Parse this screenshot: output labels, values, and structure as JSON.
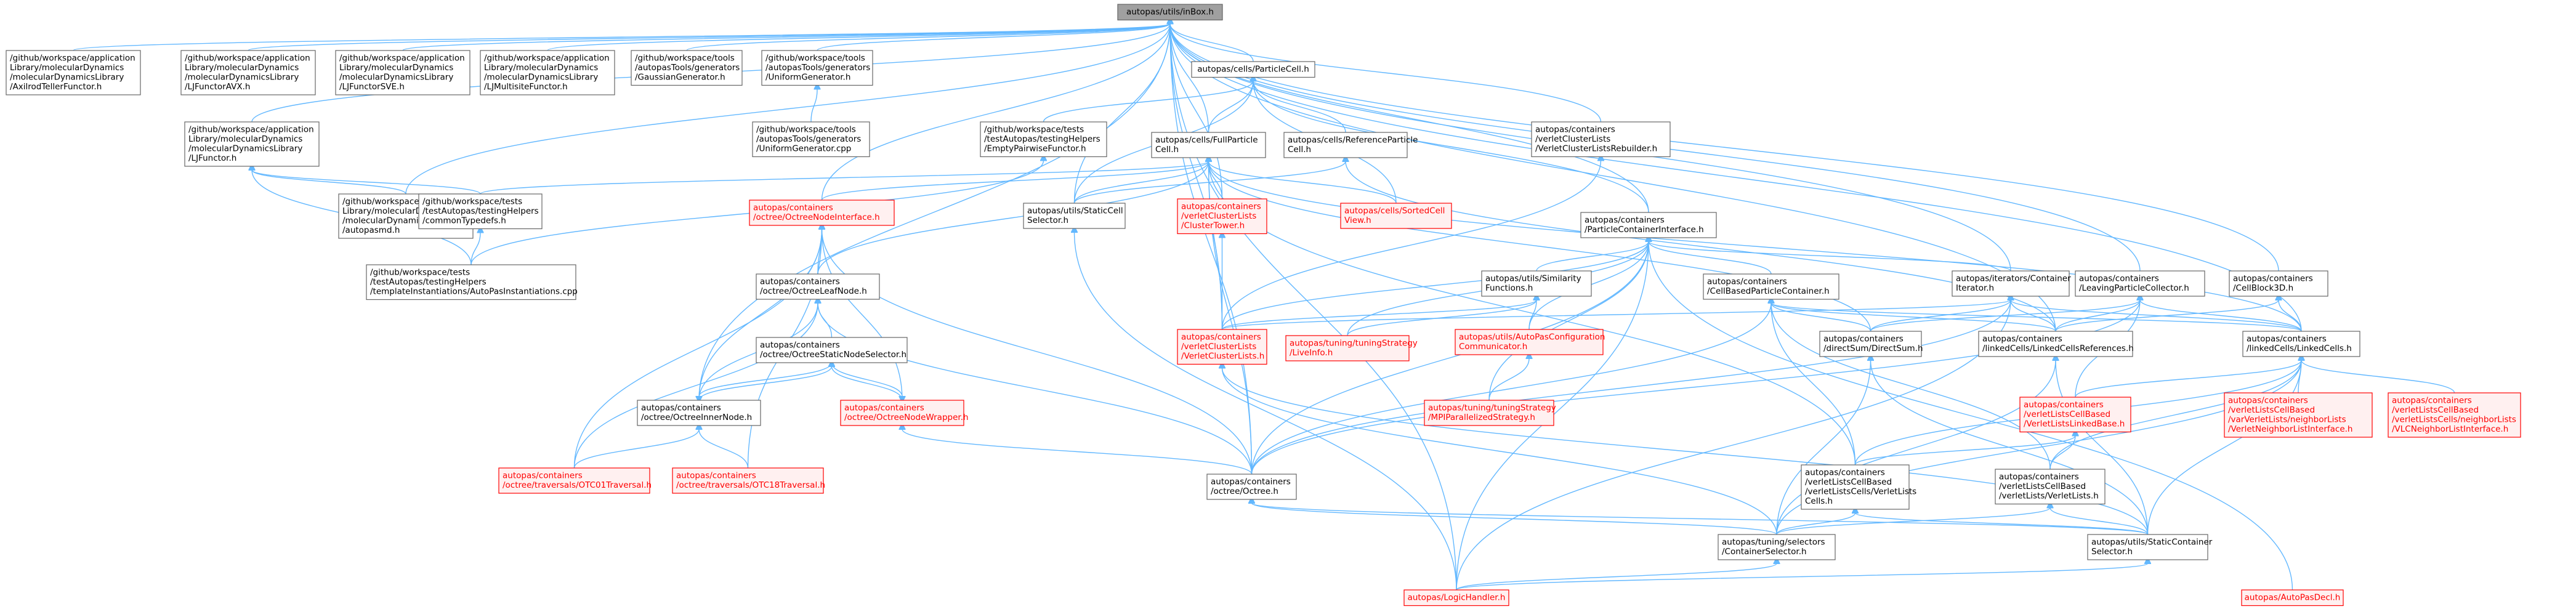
{
  "nodes": [
    {
      "id": "root",
      "lines": [
        "autopas/utils/inBox.h"
      ],
      "style": "root"
    },
    {
      "id": "axilrod",
      "lines": [
        "/github/workspace/application",
        "Library/molecularDynamics",
        "/molecularDynamicsLibrary",
        "/AxilrodTellerFunctor.h"
      ],
      "style": "normal"
    },
    {
      "id": "ljavx",
      "lines": [
        "/github/workspace/application",
        "Library/molecularDynamics",
        "/molecularDynamicsLibrary",
        "/LJFunctorAVX.h"
      ],
      "style": "normal"
    },
    {
      "id": "ljsve",
      "lines": [
        "/github/workspace/application",
        "Library/molecularDynamics",
        "/molecularDynamicsLibrary",
        "/LJFunctorSVE.h"
      ],
      "style": "normal"
    },
    {
      "id": "ljmulti",
      "lines": [
        "/github/workspace/application",
        "Library/molecularDynamics",
        "/molecularDynamicsLibrary",
        "/LJMultisiteFunctor.h"
      ],
      "style": "normal"
    },
    {
      "id": "gaussgen",
      "lines": [
        "/github/workspace/tools",
        "/autopasTools/generators",
        "/GaussianGenerator.h"
      ],
      "style": "normal"
    },
    {
      "id": "unigen",
      "lines": [
        "/github/workspace/tools",
        "/autopasTools/generators",
        "/UniformGenerator.h"
      ],
      "style": "normal"
    },
    {
      "id": "unigencpp",
      "lines": [
        "/github/workspace/tools",
        "/autopasTools/generators",
        "/UniformGenerator.cpp"
      ],
      "style": "normal"
    },
    {
      "id": "ljfunctor",
      "lines": [
        "/github/workspace/application",
        "Library/molecularDynamics",
        "/molecularDynamicsLibrary",
        "/LJFunctor.h"
      ],
      "style": "normal"
    },
    {
      "id": "autopasmd",
      "lines": [
        "/github/workspace/application",
        "Library/molecularDynamics",
        "/molecularDynamicsLibrary",
        "/autopasmd.h"
      ],
      "style": "normal"
    },
    {
      "id": "commontypedefs",
      "lines": [
        "/github/workspace/tests",
        "/testAutopas/testingHelpers",
        "/commonTypedefs.h"
      ],
      "style": "normal"
    },
    {
      "id": "templateinst",
      "lines": [
        "/github/workspace/tests",
        "/testAutopas/testingHelpers",
        "/templateInstantiations/AutoPasInstantiations.cpp"
      ],
      "style": "normal"
    },
    {
      "id": "particlecell",
      "lines": [
        "autopas/cells/ParticleCell.h"
      ],
      "style": "normal"
    },
    {
      "id": "emptypairwise",
      "lines": [
        "/github/workspace/tests",
        "/testAutopas/testingHelpers",
        "/EmptyPairwiseFunctor.h"
      ],
      "style": "normal"
    },
    {
      "id": "fullparticlecell",
      "lines": [
        "autopas/cells/FullParticle",
        "Cell.h"
      ],
      "style": "normal"
    },
    {
      "id": "refparticlecell",
      "lines": [
        "autopas/cells/ReferenceParticle",
        "Cell.h"
      ],
      "style": "normal"
    },
    {
      "id": "vclrebuilder",
      "lines": [
        "autopas/containers",
        "/verletClusterLists",
        "/VerletClusterListsRebuilder.h"
      ],
      "style": "normal"
    },
    {
      "id": "octreenodeinterface",
      "lines": [
        "autopas/containers",
        "/octree/OctreeNodeInterface.h"
      ],
      "style": "red"
    },
    {
      "id": "staticcellselector",
      "lines": [
        "autopas/utils/StaticCell",
        "Selector.h"
      ],
      "style": "normal"
    },
    {
      "id": "clustertower",
      "lines": [
        "autopas/containers",
        "/verletClusterLists",
        "/ClusterTower.h"
      ],
      "style": "red"
    },
    {
      "id": "sortedcellview",
      "lines": [
        "autopas/cells/SortedCell",
        "View.h"
      ],
      "style": "red"
    },
    {
      "id": "particlecontainerinterface",
      "lines": [
        "autopas/containers",
        "/ParticleContainerInterface.h"
      ],
      "style": "normal"
    },
    {
      "id": "octreeleafnode",
      "lines": [
        "autopas/containers",
        "/octree/OctreeLeafNode.h"
      ],
      "style": "normal"
    },
    {
      "id": "similarityfunctions",
      "lines": [
        "autopas/utils/Similarity",
        "Functions.h"
      ],
      "style": "normal"
    },
    {
      "id": "cellbasedparticlecontainer",
      "lines": [
        "autopas/containers",
        "/CellBasedParticleContainer.h"
      ],
      "style": "normal"
    },
    {
      "id": "containeriterator",
      "lines": [
        "autopas/iterators/Container",
        "Iterator.h"
      ],
      "style": "normal"
    },
    {
      "id": "leavingparticlecollector",
      "lines": [
        "autopas/containers",
        "/LeavingParticleCollector.h"
      ],
      "style": "normal"
    },
    {
      "id": "cellblock3d",
      "lines": [
        "autopas/containers",
        "/CellBlock3D.h"
      ],
      "style": "normal"
    },
    {
      "id": "octreestaticnodeselector",
      "lines": [
        "autopas/containers",
        "/octree/OctreeStaticNodeSelector.h"
      ],
      "style": "normal"
    },
    {
      "id": "verletclusterlists",
      "lines": [
        "autopas/containers",
        "/verletClusterLists",
        "/VerletClusterLists.h"
      ],
      "style": "red"
    },
    {
      "id": "liveinfo",
      "lines": [
        "autopas/tuning/tuningStrategy",
        "/LiveInfo.h"
      ],
      "style": "red"
    },
    {
      "id": "configcommunicator",
      "lines": [
        "autopas/utils/AutoPasConfiguration",
        "Communicator.h"
      ],
      "style": "red"
    },
    {
      "id": "directsum",
      "lines": [
        "autopas/containers",
        "/directSum/DirectSum.h"
      ],
      "style": "normal"
    },
    {
      "id": "linkedcellsreferences",
      "lines": [
        "autopas/containers",
        "/linkedCells/LinkedCellsReferences.h"
      ],
      "style": "normal"
    },
    {
      "id": "linkedcells",
      "lines": [
        "autopas/containers",
        "/linkedCells/LinkedCells.h"
      ],
      "style": "normal"
    },
    {
      "id": "octreeinnernode",
      "lines": [
        "autopas/containers",
        "/octree/OctreeInnerNode.h"
      ],
      "style": "normal"
    },
    {
      "id": "octreenodewrapper",
      "lines": [
        "autopas/containers",
        "/octree/OctreeNodeWrapper.h"
      ],
      "style": "red"
    },
    {
      "id": "mpiparallelized",
      "lines": [
        "autopas/tuning/tuningStrategy",
        "/MPIParallelizedStrategy.h"
      ],
      "style": "red"
    },
    {
      "id": "verletlistslinkedbase",
      "lines": [
        "autopas/containers",
        "/verletListsCellBased",
        "/VerletListsLinkedBase.h"
      ],
      "style": "red"
    },
    {
      "id": "varverletlistasbuild",
      "lines": [
        "autopas/containers",
        "/verletListsCellBased",
        "/varVerletLists/neighborLists",
        "/VerletNeighborListInterface.h"
      ],
      "style": "red"
    },
    {
      "id": "vlcneighborlist",
      "lines": [
        "autopas/containers",
        "/verletListsCellBased",
        "/verletListsCells/neighborLists",
        "/VLCNeighborListInterface.h"
      ],
      "style": "red"
    },
    {
      "id": "otc01",
      "lines": [
        "autopas/containers",
        "/octree/traversals/OTC01Traversal.h"
      ],
      "style": "red"
    },
    {
      "id": "otc18",
      "lines": [
        "autopas/containers",
        "/octree/traversals/OTC18Traversal.h"
      ],
      "style": "red"
    },
    {
      "id": "octree",
      "lines": [
        "autopas/containers",
        "/octree/Octree.h"
      ],
      "style": "normal"
    },
    {
      "id": "verletlistscells",
      "lines": [
        "autopas/containers",
        "/verletListsCellBased",
        "/verletListsCells/VerletLists",
        "Cells.h"
      ],
      "style": "normal"
    },
    {
      "id": "verletlists",
      "lines": [
        "autopas/containers",
        "/verletListsCellBased",
        "/verletLists/VerletLists.h"
      ],
      "style": "normal"
    },
    {
      "id": "containerselector",
      "lines": [
        "autopas/tuning/selectors",
        "/ContainerSelector.h"
      ],
      "style": "normal"
    },
    {
      "id": "staticcontainerselector",
      "lines": [
        "autopas/utils/StaticContainer",
        "Selector.h"
      ],
      "style": "normal"
    },
    {
      "id": "logichandler",
      "lines": [
        "autopas/LogicHandler.h"
      ],
      "style": "red"
    },
    {
      "id": "autopasdecl",
      "lines": [
        "autopas/AutoPasDecl.h"
      ],
      "style": "red"
    }
  ]
}
